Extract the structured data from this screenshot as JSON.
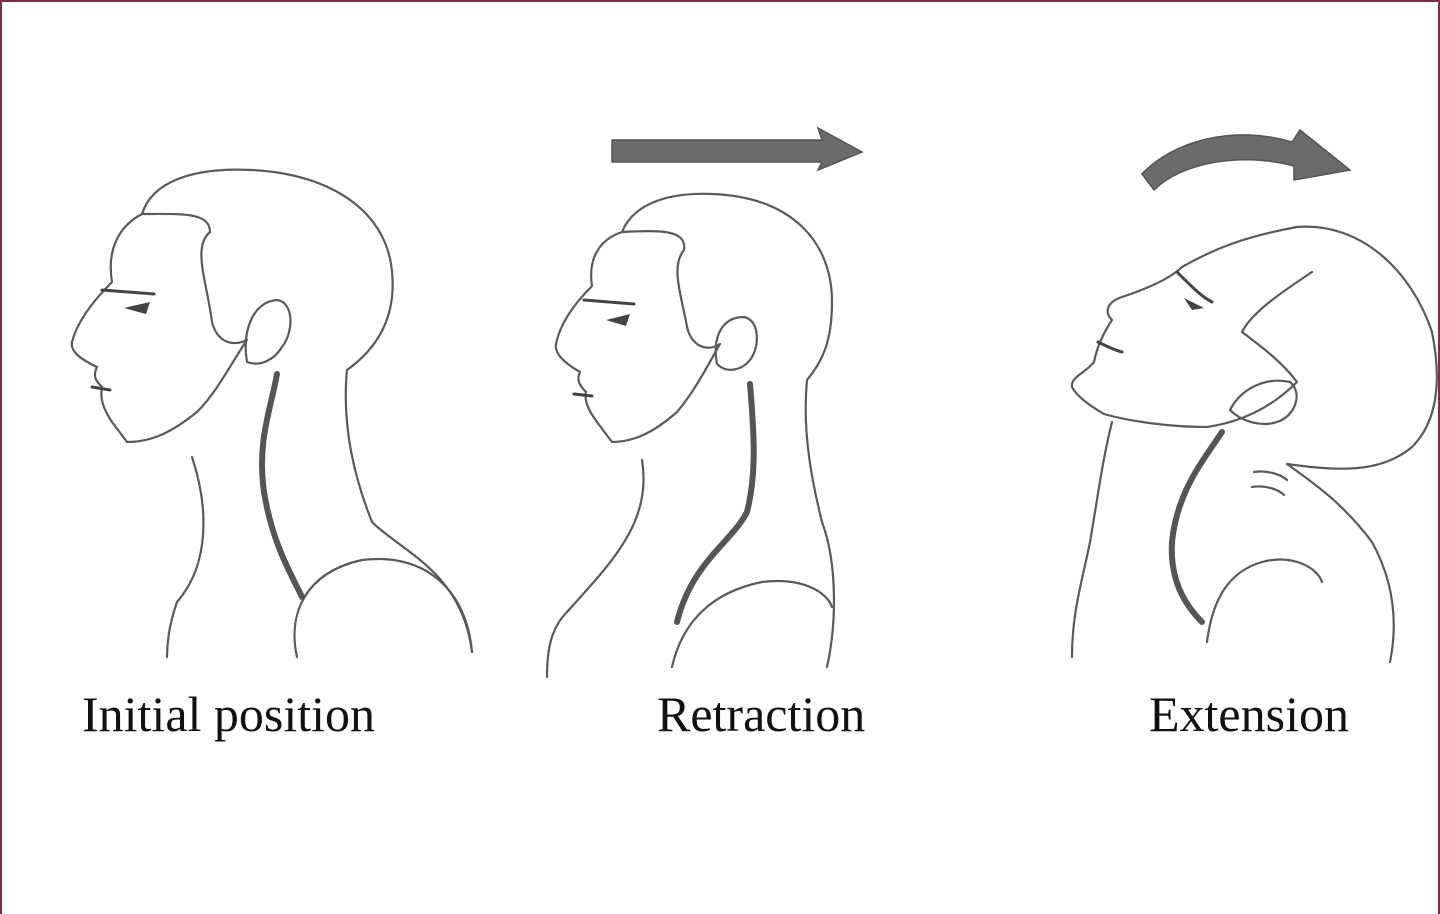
{
  "panels": [
    {
      "id": "initial",
      "caption": "Initial position",
      "arrow": "none"
    },
    {
      "id": "retraction",
      "caption": "Retraction",
      "arrow": "straight-right-arrow"
    },
    {
      "id": "extension",
      "caption": "Extension",
      "arrow": "curved-right-arrow"
    }
  ],
  "colors": {
    "frame_border": "#7a2e45",
    "line": "#5a5a5a",
    "spine": "#555555",
    "arrow_fill": "#6b6b6b"
  }
}
